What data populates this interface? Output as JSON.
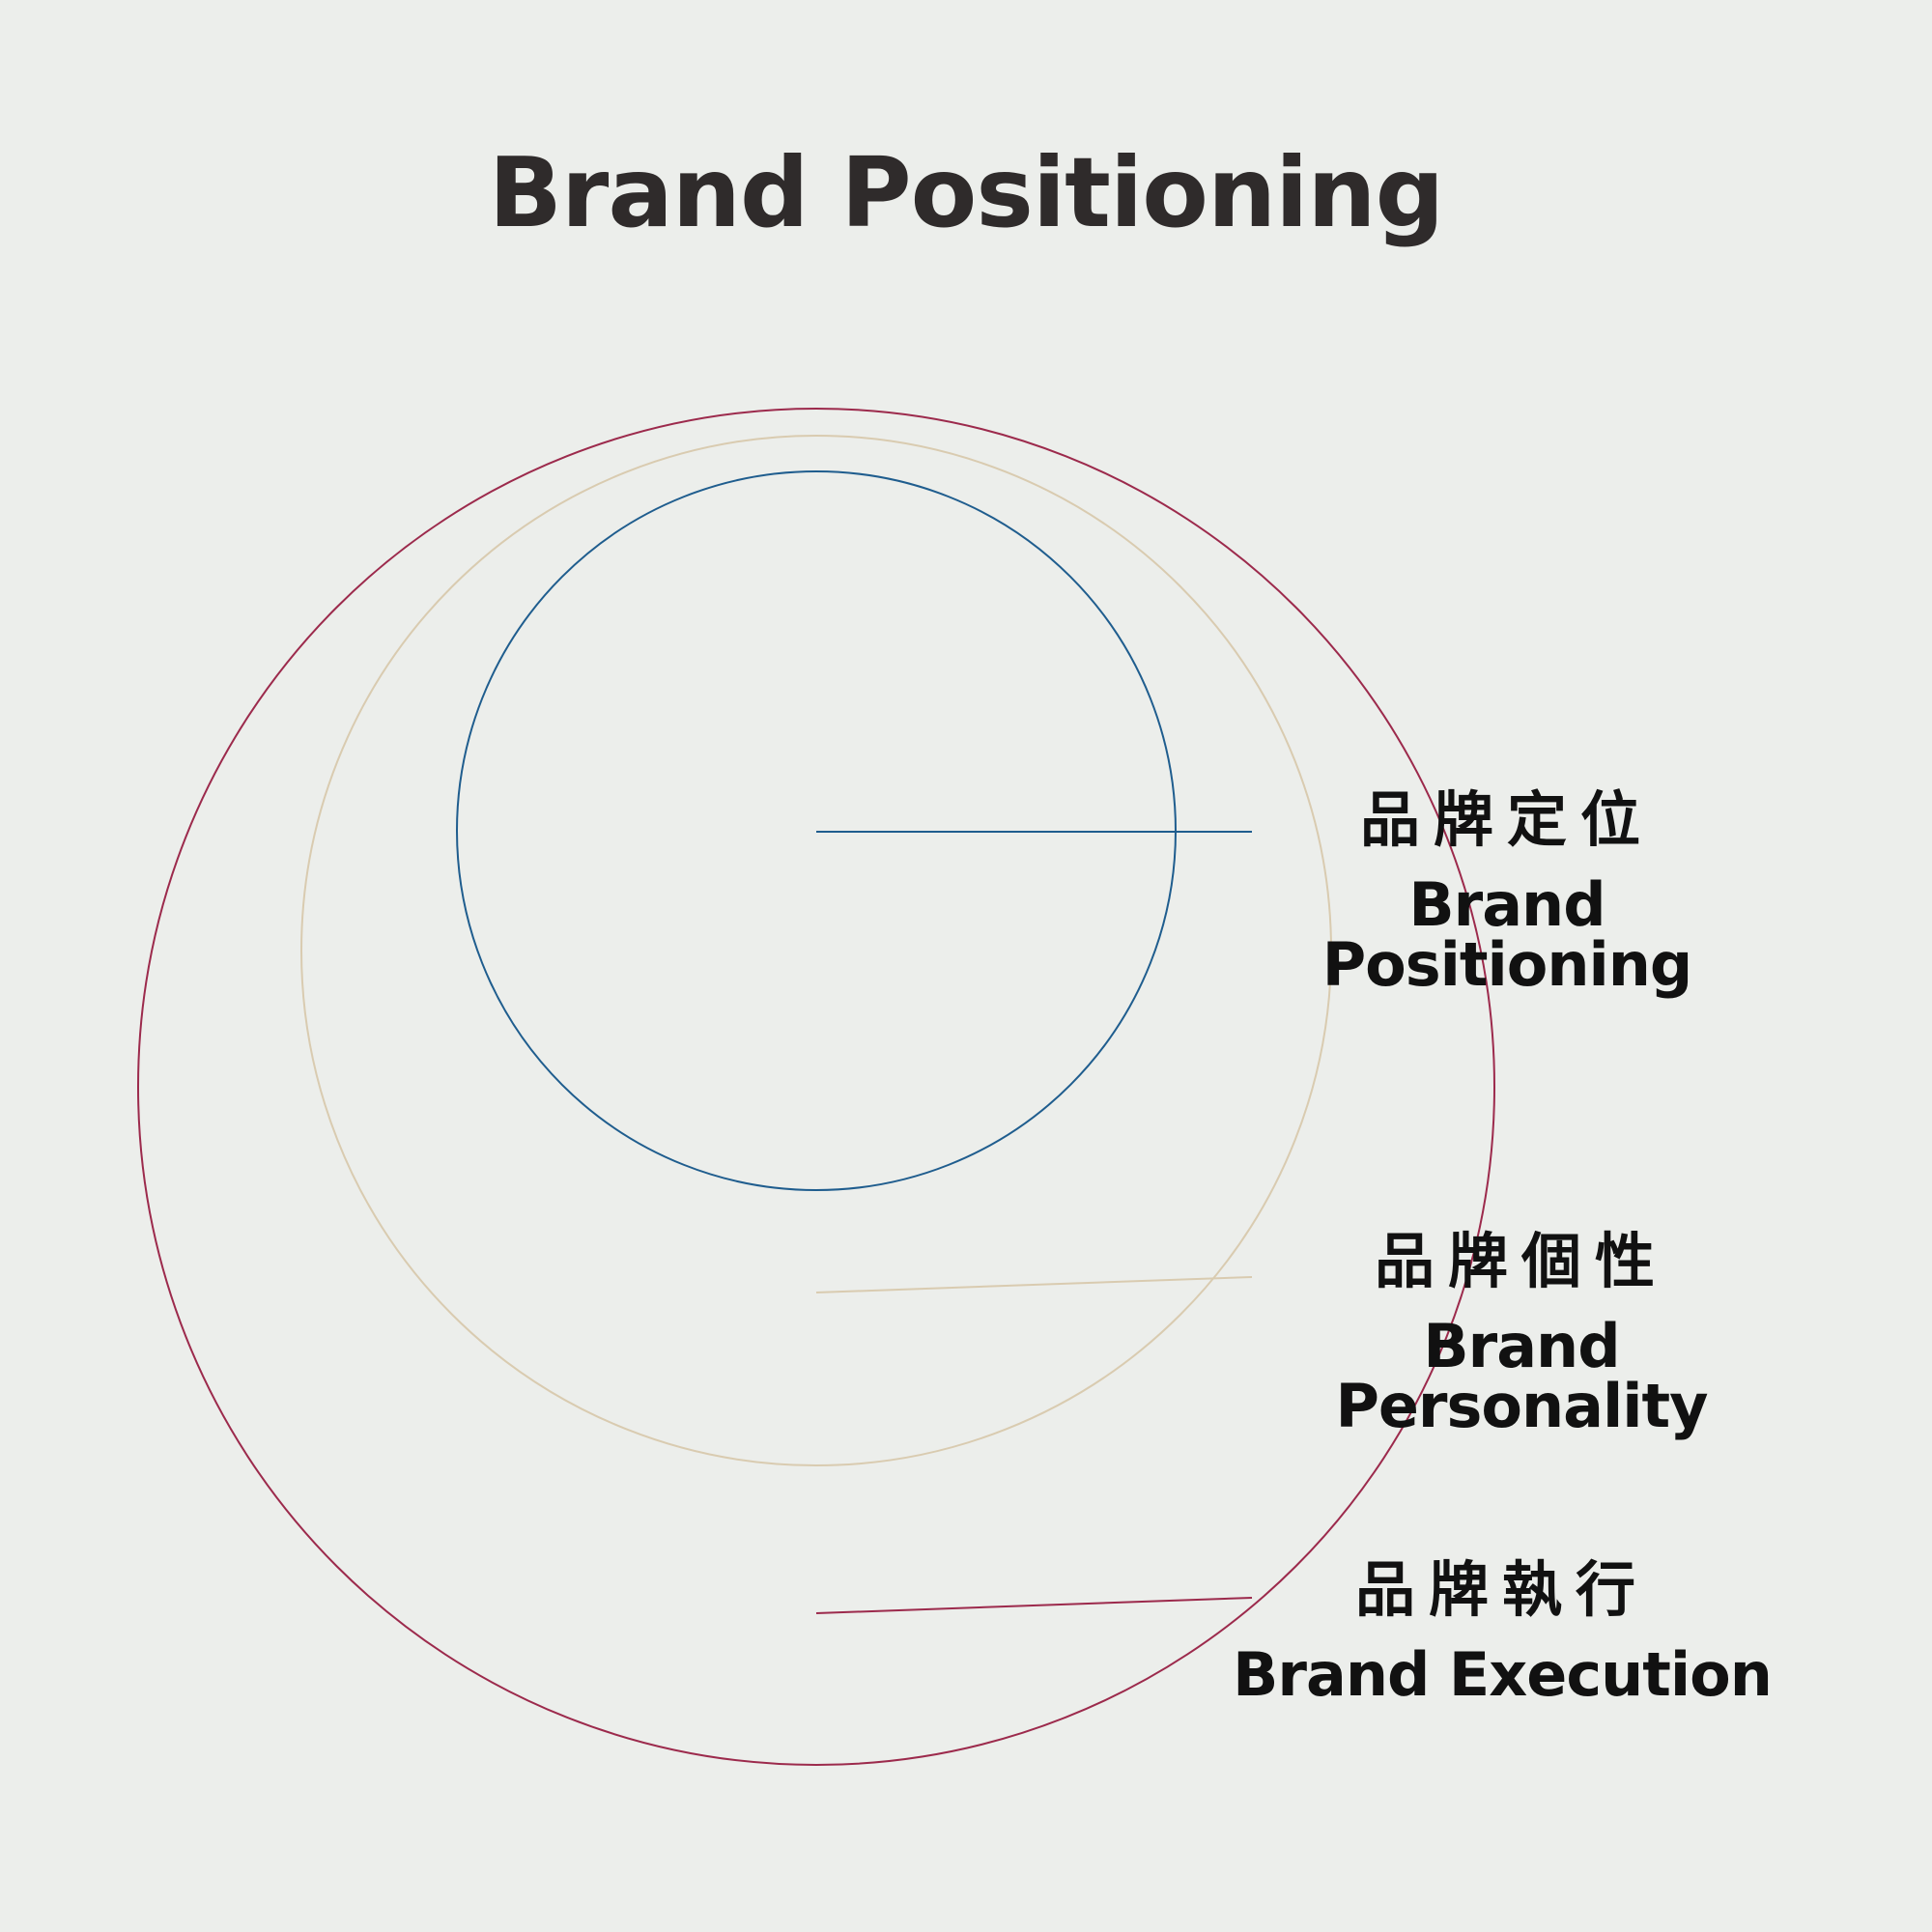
{
  "title": "Brand Positioning",
  "colors": {
    "background": "#eceeeb",
    "inner": "#1f5d8e",
    "middle": "#d9cbb0",
    "outer": "#9c2a4c",
    "title": "#2f2b2b",
    "label": "#111111"
  },
  "layers": [
    {
      "id": "positioning",
      "zh": "品牌定位",
      "en": "Brand Positioning",
      "color_key": "inner"
    },
    {
      "id": "personality",
      "zh": "品牌個性",
      "en": "Brand Personality",
      "color_key": "middle"
    },
    {
      "id": "execution",
      "zh": "品牌執行",
      "en": "Brand Execution",
      "color_key": "outer"
    }
  ]
}
